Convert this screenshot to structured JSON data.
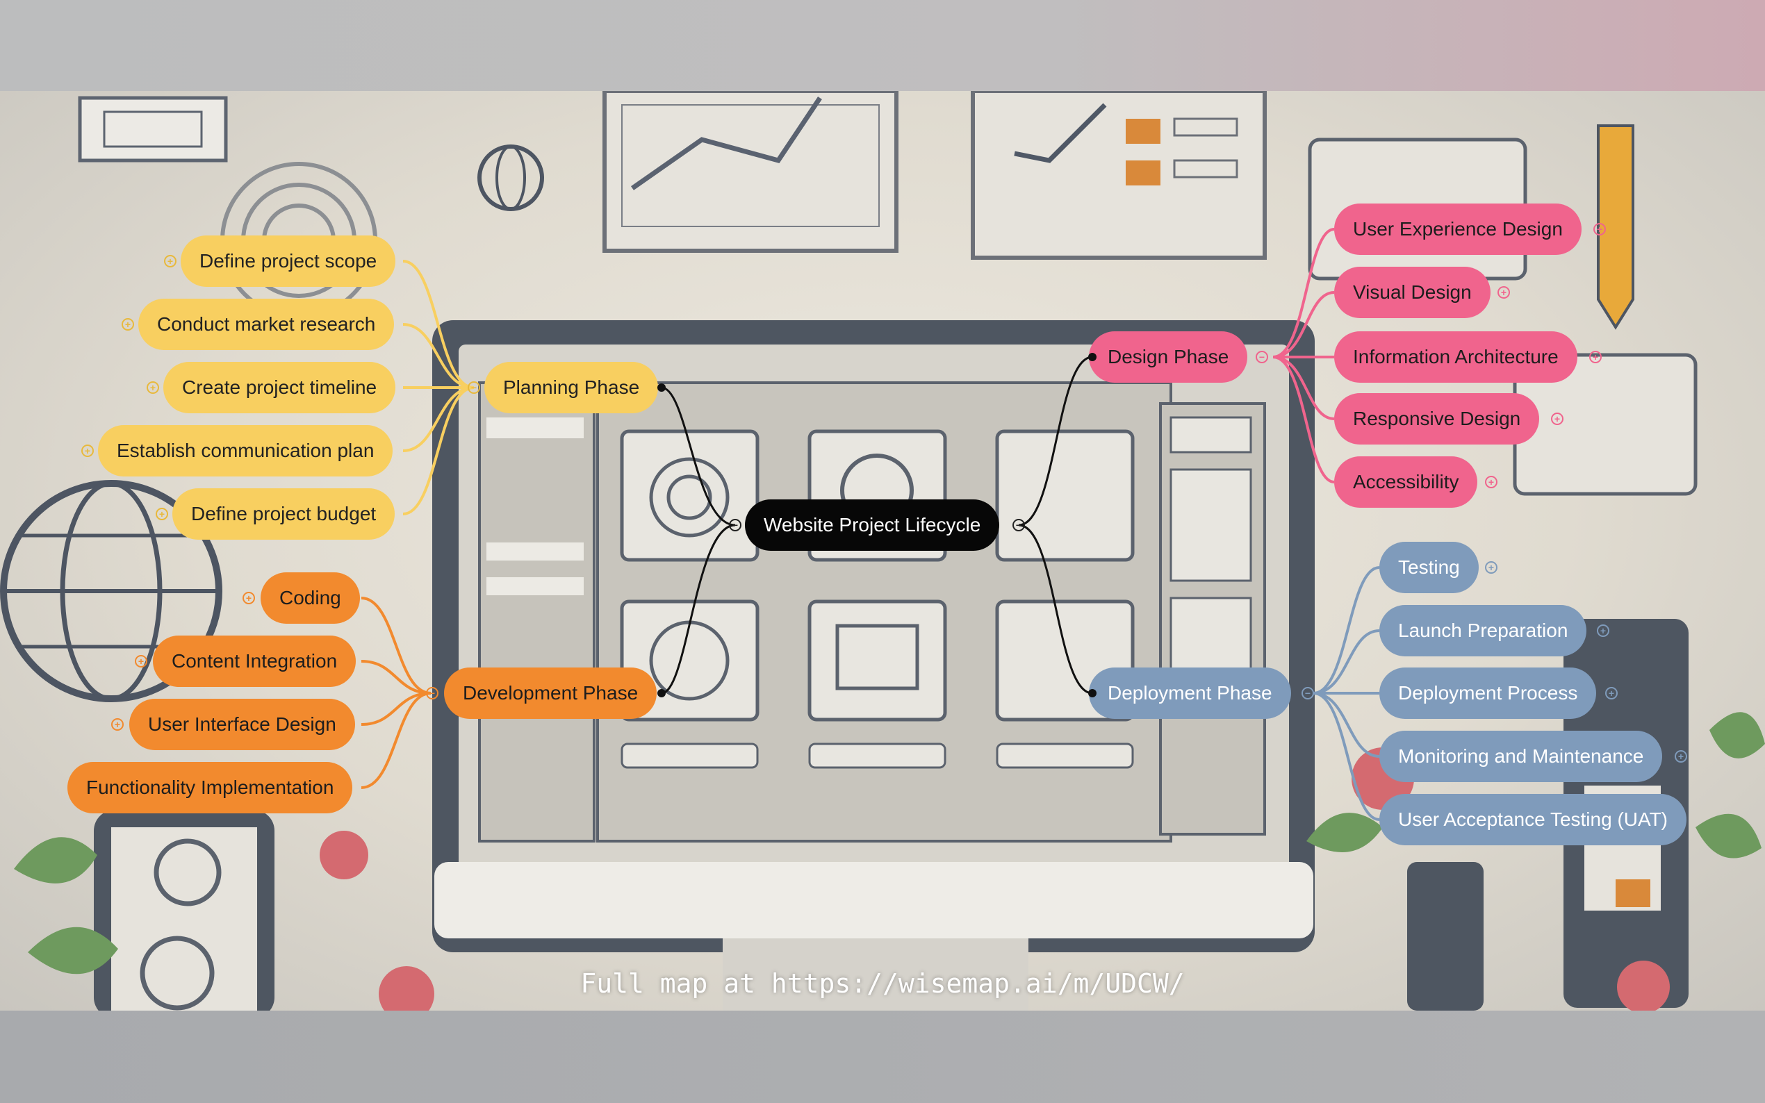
{
  "map": {
    "root": "Website Project Lifecycle",
    "branches": {
      "planning": {
        "label": "Planning Phase",
        "color": "#f8cf60",
        "children": [
          "Define project scope",
          "Conduct market research",
          "Create project timeline",
          "Establish communication plan",
          "Define project budget"
        ]
      },
      "development": {
        "label": "Development Phase",
        "color": "#f28a2e",
        "children": [
          "Coding",
          "Content Integration",
          "User Interface Design",
          "Functionality Implementation"
        ]
      },
      "design": {
        "label": "Design Phase",
        "color": "#f0648d",
        "children": [
          "User Experience Design",
          "Visual Design",
          "Information Architecture",
          "Responsive Design",
          "Accessibility"
        ]
      },
      "deployment": {
        "label": "Deployment Phase",
        "color": "#7f9bbb",
        "children": [
          "Testing",
          "Launch Preparation",
          "Deployment Process",
          "Monitoring and Maintenance",
          "User Acceptance Testing (UAT)"
        ]
      }
    }
  },
  "footer": "Full map at https://wisemap.ai/m/UDCW/",
  "icons": [
    "expand-plus-icon",
    "collapse-minus-icon"
  ]
}
